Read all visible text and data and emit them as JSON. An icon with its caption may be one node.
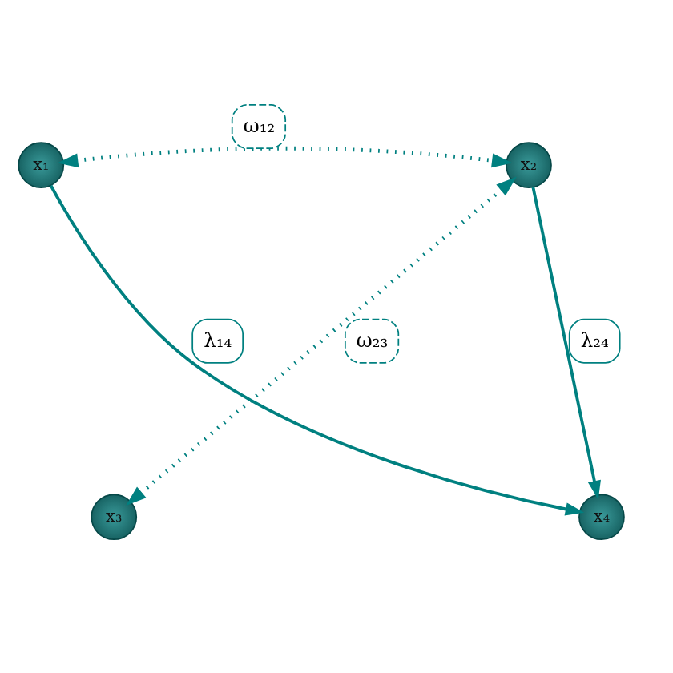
{
  "diagram": {
    "nodes": [
      {
        "text": [
          "x₁"
        ]
      },
      {
        "text": [
          "x₂"
        ]
      },
      {
        "text": [
          "x₃"
        ]
      },
      {
        "text": [
          "x₄"
        ]
      }
    ],
    "edges": [
      {
        "from": 0,
        "to": 1,
        "arrow": "both",
        "label": "ω₁₂",
        "style": "dashed"
      },
      {
        "from": 0,
        "to": 3,
        "arrow": "to",
        "label": "λ₁₄"
      },
      {
        "from": 1,
        "to": 2,
        "arrow": "both",
        "label": "ω₂₃",
        "style": "dashed"
      },
      {
        "from": 1,
        "to": 3,
        "arrow": "to",
        "label": "λ₂₄"
      }
    ]
  }
}
